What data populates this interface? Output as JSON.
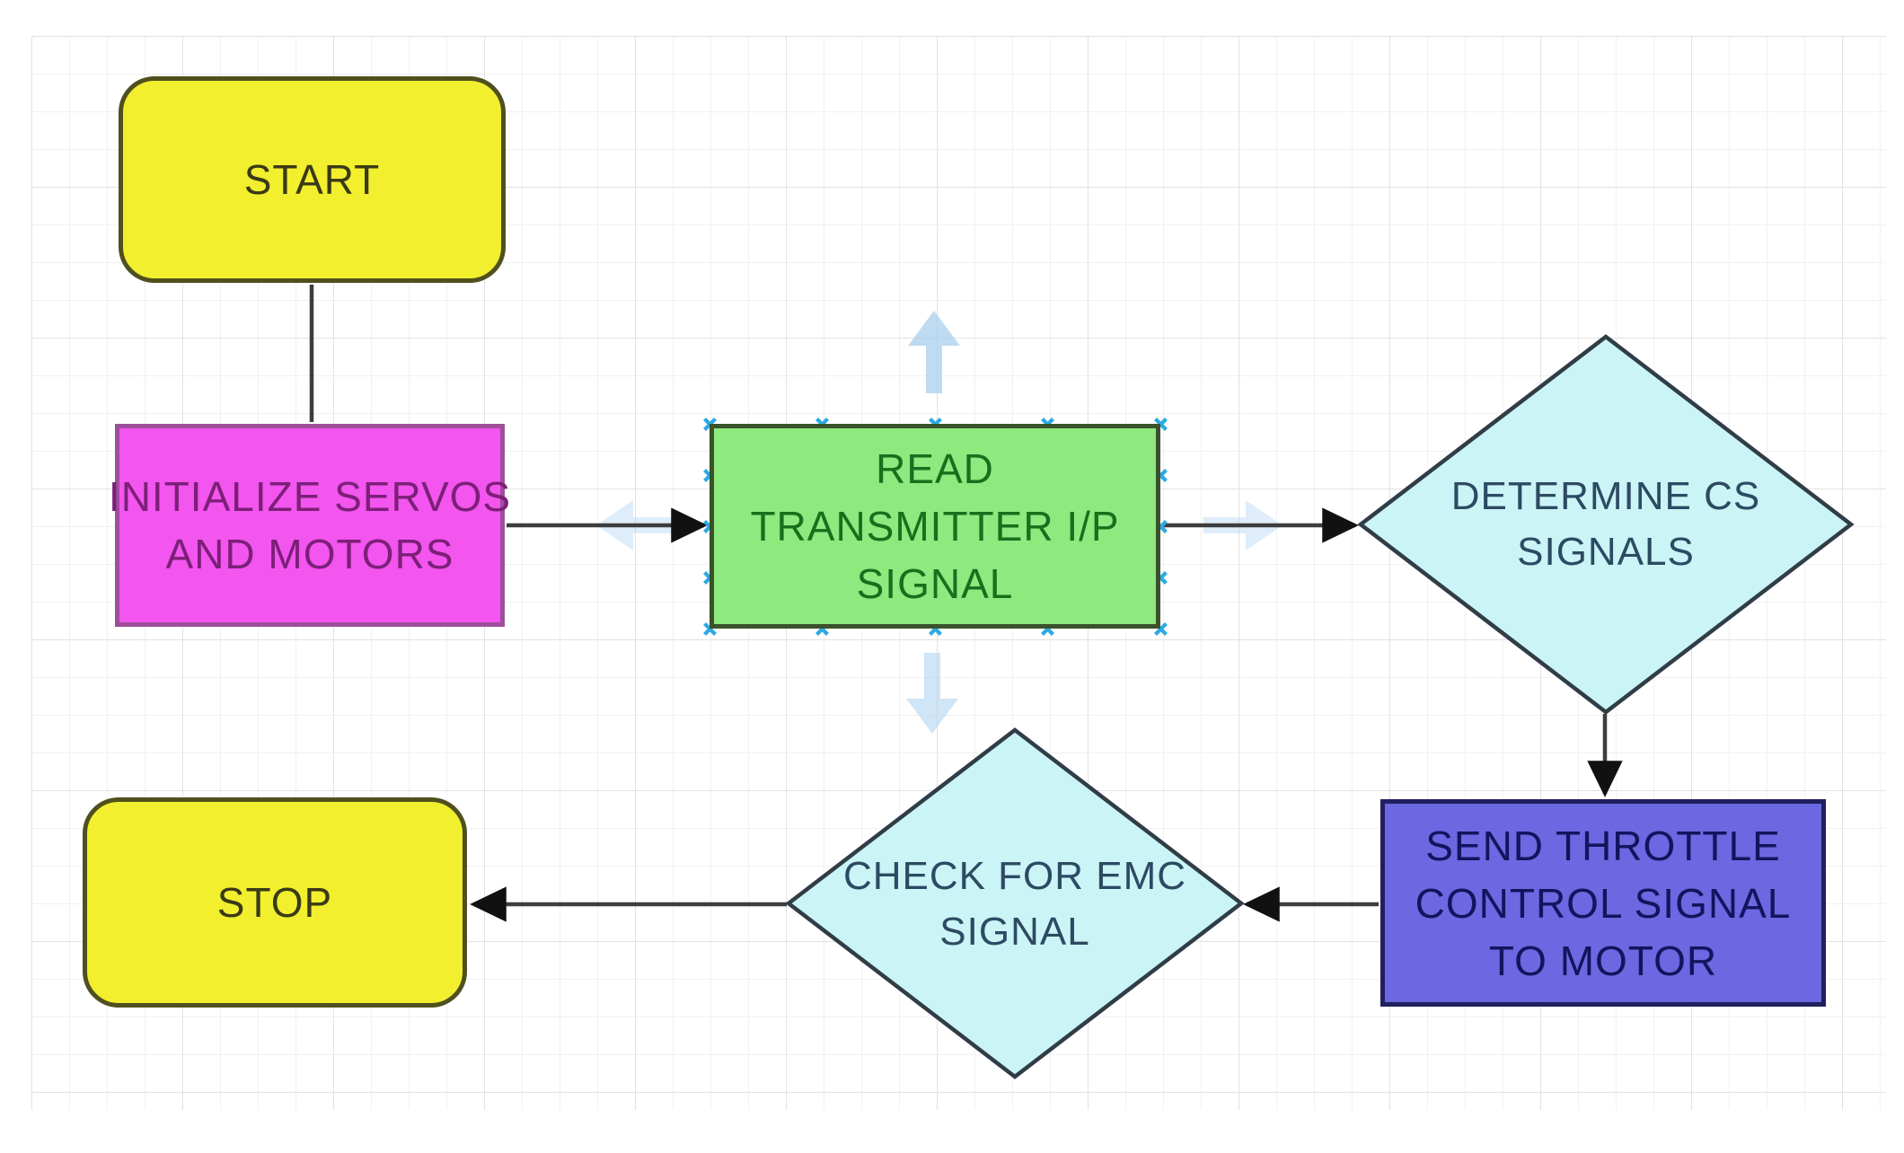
{
  "colors": {
    "canvas_bg": "#ffffff",
    "grid_minor": "#f1f1f1",
    "grid_major": "#e2e2e2",
    "connector": "#3d3d3d",
    "arrowhead": "#111111",
    "connection_point": "#2da9e1",
    "direction_arrow": "#a9cfee"
  },
  "nodes": {
    "start": {
      "label": "START",
      "shape": "rounded-rectangle",
      "fill": "#f2ef2e",
      "text_color": "#3a3a16",
      "border_color": "#50501e"
    },
    "initialize": {
      "lines": [
        "INITIALIZE SERVOS",
        "AND MOTORS"
      ],
      "shape": "rectangle",
      "fill": "#f355ef",
      "text_color": "#7c1f78",
      "border_color": "#9e4f9a"
    },
    "read_transmitter": {
      "lines": [
        "READ",
        "TRANSMITTER I/P",
        "SIGNAL"
      ],
      "shape": "rectangle",
      "hovered": true,
      "fill": "#8ee97e",
      "text_color": "#17701c",
      "border_color": "#3a522c"
    },
    "determine_cs": {
      "lines": [
        "DETERMINE CS",
        "SIGNALS"
      ],
      "shape": "diamond",
      "fill": "#cbf4f6",
      "text_color": "#2d4a63",
      "border_color": "#303d47"
    },
    "send_throttle": {
      "lines": [
        "SEND THROTTLE",
        "CONTROL SIGNAL",
        "TO MOTOR"
      ],
      "shape": "rectangle",
      "fill": "#6b68e1",
      "text_color": "#14145e",
      "border_color": "#20205e"
    },
    "check_emc": {
      "lines": [
        "CHECK FOR EMC",
        "SIGNAL"
      ],
      "shape": "diamond",
      "fill": "#cbf4f6",
      "text_color": "#2d4a63",
      "border_color": "#303d47"
    },
    "stop": {
      "label": "STOP",
      "shape": "rounded-rectangle",
      "fill": "#f2ef2e",
      "text_color": "#3a3a16",
      "border_color": "#50501e"
    }
  },
  "edges": [
    {
      "from": "start",
      "to": "initialize",
      "arrowhead": false
    },
    {
      "from": "initialize",
      "to": "read_transmitter",
      "arrowhead": true
    },
    {
      "from": "read_transmitter",
      "to": "determine_cs",
      "arrowhead": true
    },
    {
      "from": "determine_cs",
      "to": "send_throttle",
      "arrowhead": true
    },
    {
      "from": "send_throttle",
      "to": "check_emc",
      "arrowhead": true
    },
    {
      "from": "check_emc",
      "to": "stop",
      "arrowhead": true
    }
  ]
}
